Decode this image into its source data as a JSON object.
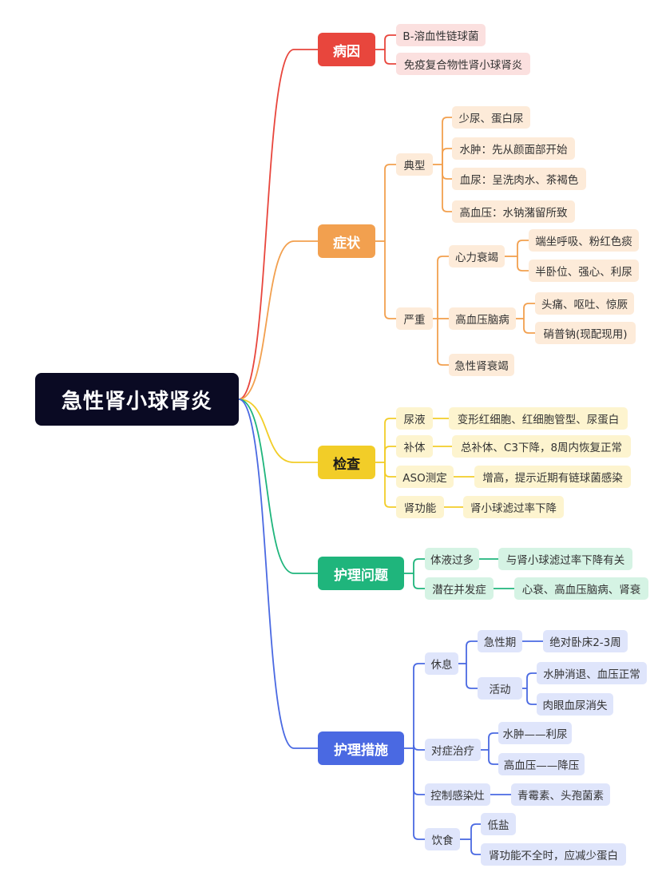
{
  "root": "急性肾小球肾炎",
  "colors": {
    "red": "#e8463d",
    "orange": "#f2a04f",
    "yellow": "#f2cd28",
    "green": "#1fb57c",
    "blue": "#4a69e2",
    "root_bg": "#0a0a23"
  },
  "branches": {
    "cause": {
      "title": "病因",
      "items": [
        "Β-溶血性链球菌",
        "免疫复合物性肾小球肾炎"
      ]
    },
    "symptom": {
      "title": "症状",
      "typical": {
        "label": "典型",
        "items": [
          "少尿、蛋白尿",
          "水肿：先从颜面部开始",
          "血尿：呈洗肉水、茶褐色",
          "高血压：水钠潴留所致"
        ]
      },
      "severe": {
        "label": "严重",
        "heart": {
          "label": "心力衰竭",
          "items": [
            "端坐呼吸、粉红色痰",
            "半卧位、强心、利尿"
          ]
        },
        "brain": {
          "label": "高血压脑病",
          "items": [
            "头痛、呕吐、惊厥",
            "硝普钠(现配现用)"
          ]
        },
        "kidney": "急性肾衰竭"
      }
    },
    "exam": {
      "title": "检查",
      "items": [
        {
          "label": "尿液",
          "value": "变形红细胞、红细胞管型、尿蛋白"
        },
        {
          "label": "补体",
          "value": "总补体、C3下降，8周内恢复正常"
        },
        {
          "label": "ASO测定",
          "value": "增高，提示近期有链球菌感染"
        },
        {
          "label": "肾功能",
          "value": "肾小球滤过率下降"
        }
      ]
    },
    "problem": {
      "title": "护理问题",
      "items": [
        {
          "label": "体液过多",
          "value": "与肾小球滤过率下降有关"
        },
        {
          "label": "潜在并发症",
          "value": "心衰、高血压脑病、肾衰"
        }
      ]
    },
    "measure": {
      "title": "护理措施",
      "rest": {
        "label": "休息",
        "acute": {
          "label": "急性期",
          "value": "绝对卧床2-3周"
        },
        "activity": {
          "label": "活动",
          "items": [
            "水肿消退、血压正常",
            "肉眼血尿消失"
          ]
        }
      },
      "treat": {
        "label": "对症治疗",
        "items": [
          "水肿——利尿",
          "高血压——降压"
        ]
      },
      "infection": {
        "label": "控制感染灶",
        "value": "青霉素、头孢菌素"
      },
      "diet": {
        "label": "饮食",
        "items": [
          "低盐",
          "肾功能不全时，应减少蛋白"
        ]
      }
    }
  }
}
